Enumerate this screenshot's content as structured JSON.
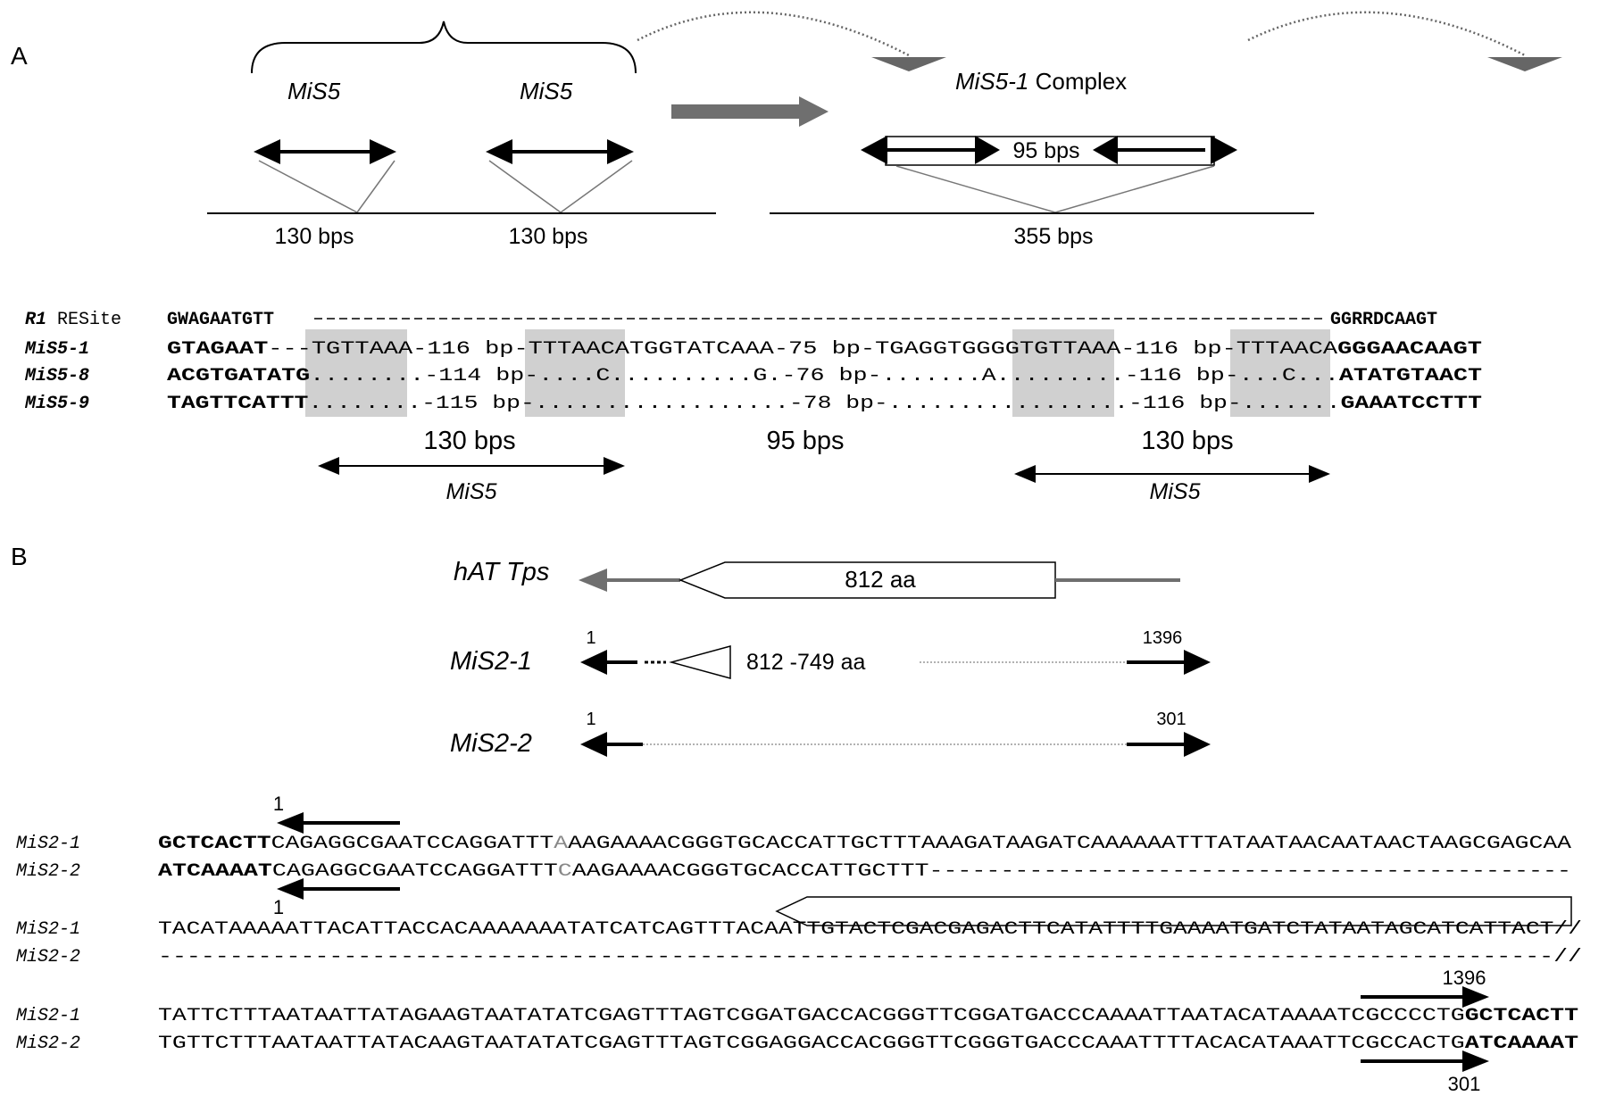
{
  "panel_a": {
    "label": "A",
    "mis5_left": "MiS5",
    "mis5_right": "MiS5",
    "complex_name": "MiS5-1",
    "complex_suffix": " Complex",
    "bp_130_left": "130 bps",
    "bp_130_right": "130 bps",
    "bp_95": "95 bps",
    "bp_355": "355 bps",
    "align": {
      "r1_name": "R1",
      "r1_site": " RESite",
      "rows": [
        {
          "name": "MiS5-1",
          "seg1": "GTAGAAT",
          "seg2": "---TGTTAAA-116 bp-TTTAACATGGTATCAAA-75 bp-TGAGGTGGGGTGTTAAA-116 bp-TTTAACA",
          "seg3": "GGGAACAAGT"
        },
        {
          "name": "MiS5-8",
          "seg1": "ACGTGATATG",
          "seg2": "........-114 bp-....C..........G.-76 bp-.......A.........-116 bp-...C...",
          "seg3": "ATATGTAACT"
        },
        {
          "name": "MiS5-9",
          "seg1": "TAGTTCATTT",
          "seg2": "........-115 bp-..................-78 bp-.................-116 bp-.......",
          "seg3": "GAAATCCTTT"
        }
      ],
      "r1_left": "GWAGAATGTT",
      "r1_right": "GGRRDCAAGT",
      "lbl_130_left": "130 bps",
      "lbl_95": "95 bps",
      "lbl_130_right": "130 bps",
      "mis5_left": "MiS5",
      "mis5_right": "MiS5"
    }
  },
  "panel_b": {
    "label": "B",
    "hat_name": "hAT Tps",
    "hat_aa": "812 aa",
    "mis2_1_name": "MiS2-1",
    "mis2_1_aa": "812 -749 aa",
    "mis2_1_start": "1",
    "mis2_1_end": "1396",
    "mis2_2_name": "MiS2-2",
    "mis2_2_start": "1",
    "mis2_2_end": "301",
    "seq": {
      "blocks": [
        {
          "top_num": "1",
          "mid_num": "1",
          "r1_name": "MiS2-1",
          "r1_bold": "GCTCACTT",
          "r1_plain": "CAGAGGCGAATCCAGGATTT",
          "r1_gray": "A",
          "r1_rest": "AAGAAAACGGGTGCACCATTGCTTTAAAGATAAGATCAAAAAATTTATAATAACAATAACTAAGCGAGCAA",
          "r2_name": "MiS2-2",
          "r2_bold": "ATCAAAAT",
          "r2_plain": "CAGAGGCGAATCCAGGATTT",
          "r2_gray": "C",
          "r2_rest": "AAGAAAACGGGTGCACCATTGCTTT---------------------------------------------"
        },
        {
          "r1_name": "MiS2-1",
          "r1_seq": "TACATAAAAATTACATTACCACAAAAAAATATCATCAGTTTACAATTGTACTCGACGAGACTTCATATTTTGAAAATGATCTATAATAGCATCATTACT//",
          "r2_name": "MiS2-2",
          "r2_seq": "--------------------------------------------------------------------------------------------------//"
        },
        {
          "top_num": "1396",
          "bottom_num": "301",
          "r1_name": "MiS2-1",
          "r1_plain": "TATTCTTTAATAATTATAGAAGTAATATATCGAGTTTAGTCGGATGACCACGGGTTCGGATGACCCAAAATTAATACATAAAATCGCCCCTG",
          "r1_bold": "GCTCACTT",
          "r2_name": "MiS2-2",
          "r2_plain": "TGTTCTTTAATAATTATACAAGTAATATATCGAGTTTAGTCGGAGGACCACGGGTTCGGGTGACCCAAATTTTACACATAAATTCGCCACTG",
          "r2_bold": "ATCAAAAT"
        }
      ]
    }
  },
  "colors": {
    "arrow_gray": "#6f6f6f",
    "highlight": "#d0d0d0",
    "black": "#000000"
  }
}
